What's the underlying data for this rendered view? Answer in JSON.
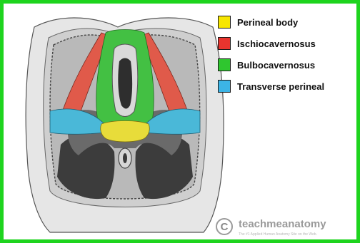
{
  "legend": {
    "items": [
      {
        "label": "Perineal body",
        "color": "#f7e600"
      },
      {
        "label": "Ischiocavernosus",
        "color": "#e8342e"
      },
      {
        "label": "Bulbocavernosus",
        "color": "#2fc62f"
      },
      {
        "label": "Transverse perineal",
        "color": "#3cb4e6"
      }
    ]
  },
  "watermark": {
    "symbol": "C",
    "name": "teachmeanatomy",
    "tagline": "The #1 Applied Human Anatomy Site on the Web."
  },
  "colors": {
    "frame": "#1ed41e",
    "perineal_body": "#f7e600",
    "ischiocavernosus": "#e8342e",
    "bulbocavernosus": "#2fc62f",
    "transverse_perineal": "#3cb4e6"
  }
}
